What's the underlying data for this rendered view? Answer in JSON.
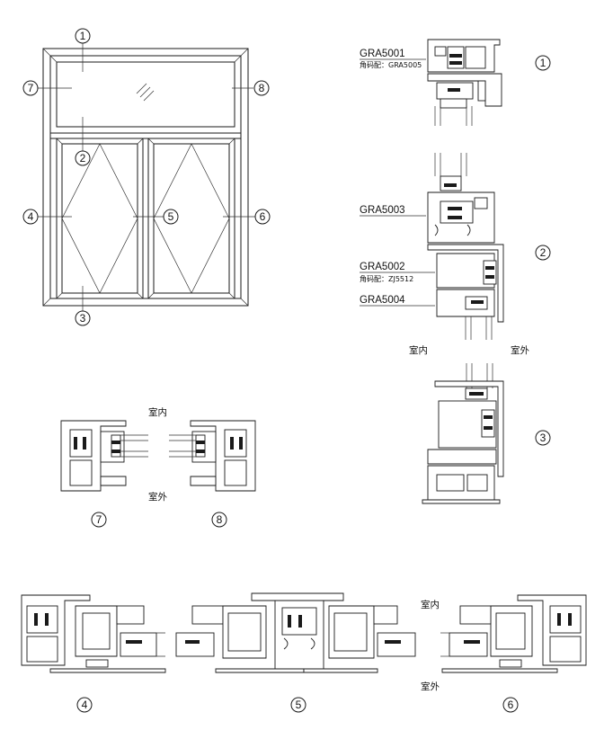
{
  "callouts": {
    "n1": "1",
    "n2": "2",
    "n3": "3",
    "n4": "4",
    "n5": "5",
    "n6": "6",
    "n7": "7",
    "n8": "8"
  },
  "profiles": {
    "gra5001": "GRA5001",
    "gra5001_note": "角码配：GRA5005",
    "gra5003": "GRA5003",
    "gra5002": "GRA5002",
    "gra5002_note": "角码配：ZJ5512",
    "gra5004": "GRA5004"
  },
  "labels": {
    "indoor": "室内",
    "outdoor": "室外"
  }
}
